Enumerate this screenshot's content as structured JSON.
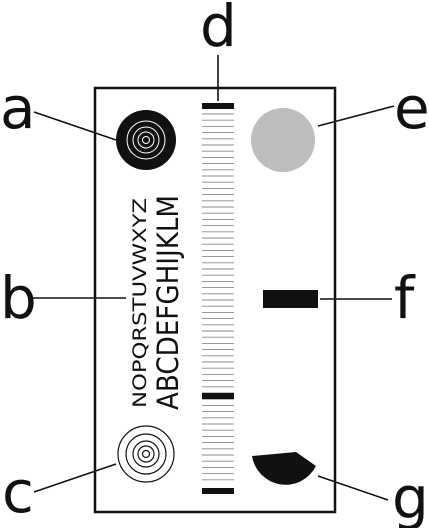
{
  "callouts": {
    "a": "a",
    "b": "b",
    "c": "c",
    "d": "d",
    "e": "e",
    "f": "f",
    "g": "g"
  },
  "chart": {
    "line_small": "NOPQRSTUVWXYZ",
    "line_large": "ABCDEFGHIJKLM"
  },
  "colors": {
    "ink": "#111111",
    "gray_disc": "#bdbdbd"
  },
  "icons": {
    "a": "filled-concentric-target-icon",
    "c": "outline-concentric-target-icon",
    "e": "gray-disc-icon",
    "f": "black-bar-icon",
    "g": "half-disc-icon"
  }
}
